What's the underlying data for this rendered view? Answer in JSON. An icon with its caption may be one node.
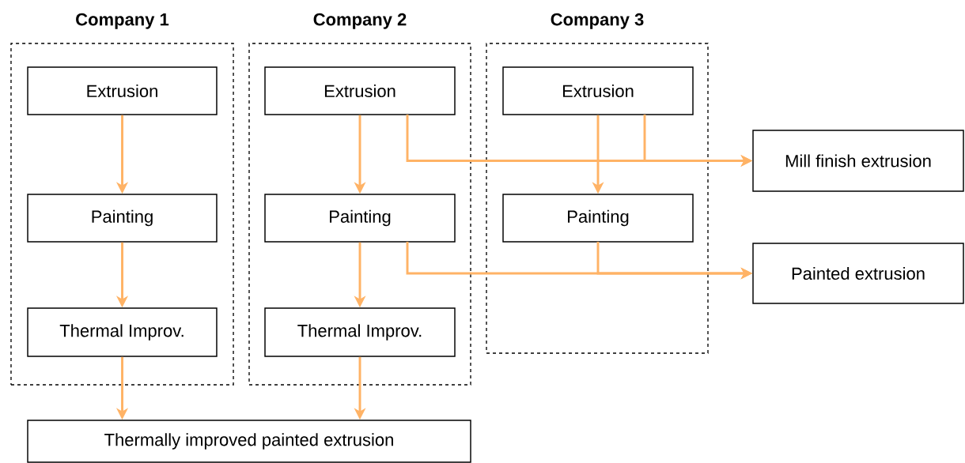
{
  "diagram": {
    "nodes": [
      {
        "text": [
          "Company 1"
        ]
      },
      {
        "text": [
          "Extrusion"
        ],
        "in": 0
      },
      {
        "text": [
          "Painting"
        ],
        "in": 0
      },
      {
        "text": [
          "Thermal Improv."
        ],
        "in": 0
      },
      {
        "text": [
          "Company 2"
        ]
      },
      {
        "text": [
          "Extrusion"
        ],
        "in": 4
      },
      {
        "text": [
          "Painting"
        ],
        "in": 4
      },
      {
        "text": [
          "Thermal Improv."
        ],
        "in": 4
      },
      {
        "text": [
          "Company 3"
        ]
      },
      {
        "text": [
          "Extrusion"
        ],
        "in": 8
      },
      {
        "text": [
          "Painting"
        ],
        "in": 8
      },
      {
        "text": [
          "Mill finish extrusion"
        ]
      },
      {
        "text": [
          "Painted extrusion"
        ]
      },
      {
        "text": [
          "Thermally improved painted extrusion"
        ]
      }
    ],
    "edges": [
      {
        "from": 1,
        "to": 2,
        "arrow": "to"
      },
      {
        "from": 2,
        "to": 3,
        "arrow": "to"
      },
      {
        "from": 3,
        "to": 13,
        "arrow": "to"
      },
      {
        "from": 5,
        "to": 6,
        "arrow": "to"
      },
      {
        "from": 6,
        "to": 7,
        "arrow": "to"
      },
      {
        "from": 7,
        "to": 13,
        "arrow": "to"
      },
      {
        "from": 5,
        "to": 11,
        "arrow": "to"
      },
      {
        "from": 9,
        "to": 10,
        "arrow": "to"
      },
      {
        "from": 9,
        "to": 11,
        "arrow": "to"
      },
      {
        "from": 6,
        "to": 12,
        "arrow": "to"
      },
      {
        "from": 10,
        "to": 12,
        "arrow": "to"
      }
    ]
  }
}
